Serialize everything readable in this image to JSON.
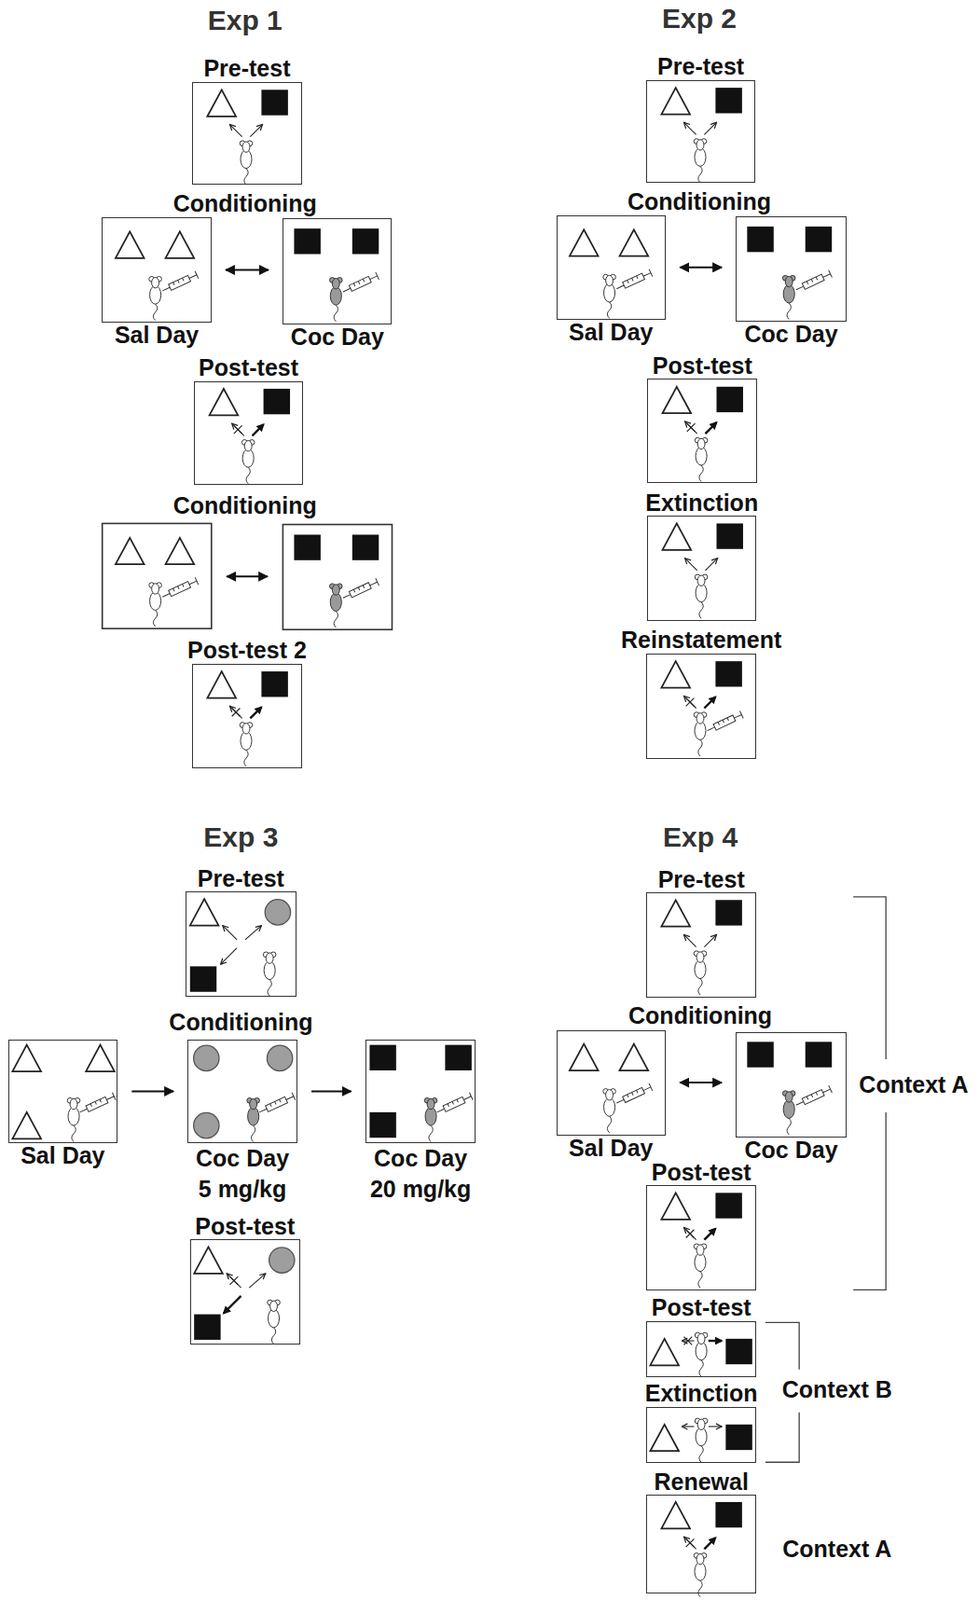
{
  "diagram": {
    "nodes": [
      {
        "text": [
          "Pre-test"
        ]
      },
      {
        "text": [
          "Sal Day"
        ]
      },
      {
        "text": [
          "Coc Day"
        ]
      },
      {
        "text": [
          "Post-test"
        ]
      },
      {
        "text": [
          "Post-test 2"
        ]
      },
      {
        "text": [
          "Pre-test"
        ]
      },
      {
        "text": [
          "Sal Day"
        ]
      },
      {
        "text": [
          "Coc Day"
        ]
      },
      {
        "text": [
          "Post-test"
        ]
      },
      {
        "text": [
          "Extinction"
        ]
      },
      {
        "text": [
          "Reinstatement"
        ]
      },
      {
        "text": [
          "Pre-test"
        ]
      },
      {
        "text": [
          "Sal Day"
        ]
      },
      {
        "text": [
          "Coc Day 5 mg/kg"
        ]
      },
      {
        "text": [
          "Coc Day 20 mg/kg"
        ]
      },
      {
        "text": [
          "Post-test"
        ]
      },
      {
        "text": [
          "Pre-test"
        ]
      },
      {
        "text": [
          "Sal Day"
        ]
      },
      {
        "text": [
          "Coc Day"
        ]
      },
      {
        "text": [
          "Post-test"
        ]
      },
      {
        "text": [
          "Post-test"
        ]
      },
      {
        "text": [
          "Extinction"
        ]
      },
      {
        "text": [
          "Renewal"
        ]
      }
    ],
    "edges": [
      {
        "from": 1,
        "to": 2,
        "arrow": "both"
      },
      {
        "from": 6,
        "to": 7,
        "arrow": "both"
      },
      {
        "from": 12,
        "to": 13,
        "arrow": "to"
      },
      {
        "from": 13,
        "to": 14,
        "arrow": "to"
      },
      {
        "from": 17,
        "to": 18,
        "arrow": "both"
      }
    ],
    "labels": [
      "Exp 1",
      "Conditioning",
      "Conditioning",
      "Exp 2",
      "Conditioning",
      "Exp 3",
      "Conditioning",
      "Exp 4",
      "Conditioning",
      "Context A",
      "Context B",
      "Context A"
    ]
  }
}
